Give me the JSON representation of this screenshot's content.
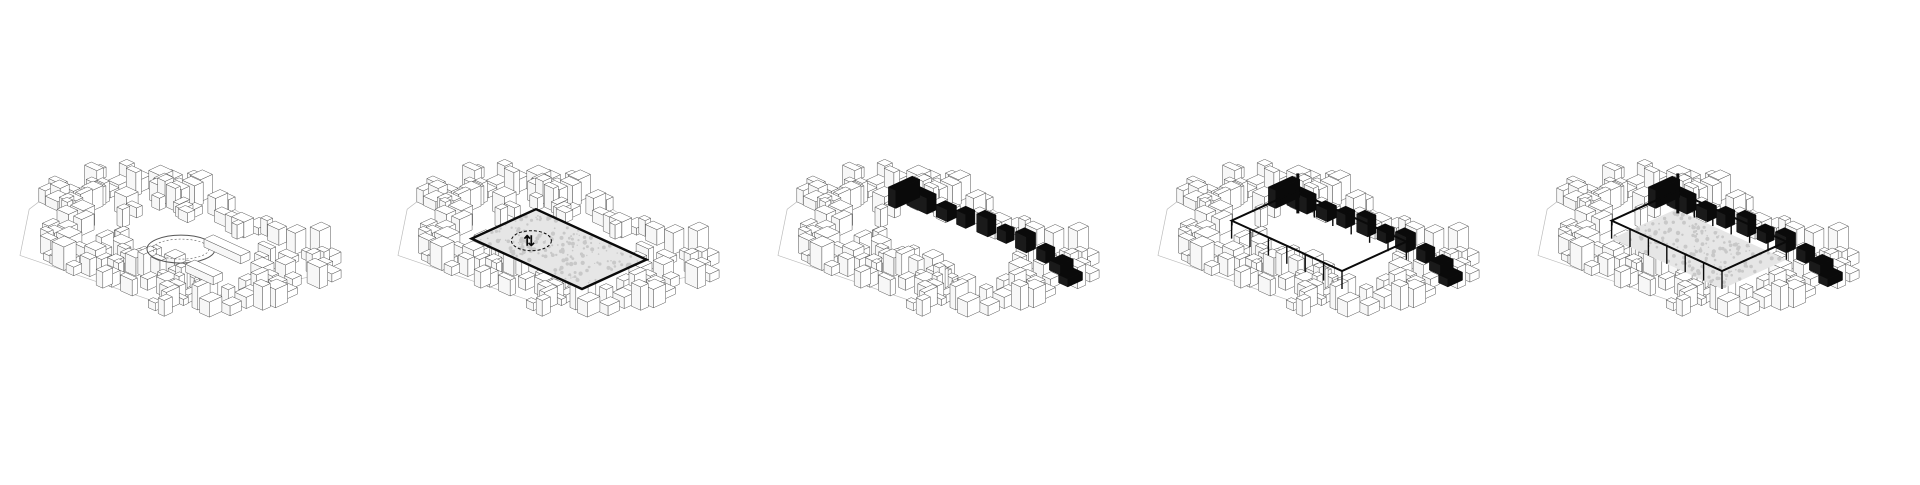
{
  "figure": {
    "description_visible_text": "",
    "panels": [
      {
        "id": "panel-1-existing-site",
        "stage": 1,
        "site_outline": false,
        "black_volumes": false,
        "frame": false,
        "texture": false
      },
      {
        "id": "panel-2-site-selection",
        "stage": 2,
        "site_outline": true,
        "rotation_arrows": true,
        "black_volumes": false,
        "frame": false,
        "texture": true
      },
      {
        "id": "panel-3-new-buildings",
        "stage": 3,
        "site_outline": false,
        "black_volumes": true,
        "frame": false,
        "texture": false
      },
      {
        "id": "panel-4-frame",
        "stage": 4,
        "site_outline": false,
        "black_volumes": true,
        "frame": true,
        "texture": false
      },
      {
        "id": "panel-5-final",
        "stage": 5,
        "site_outline": false,
        "black_volumes": true,
        "frame": true,
        "texture": true
      }
    ]
  },
  "colors": {
    "line": "#555555",
    "light_line": "#bdbdbd",
    "ground": "#f2f2f2",
    "solid": "#0a0a0a",
    "texture": "#c8c8c8"
  }
}
